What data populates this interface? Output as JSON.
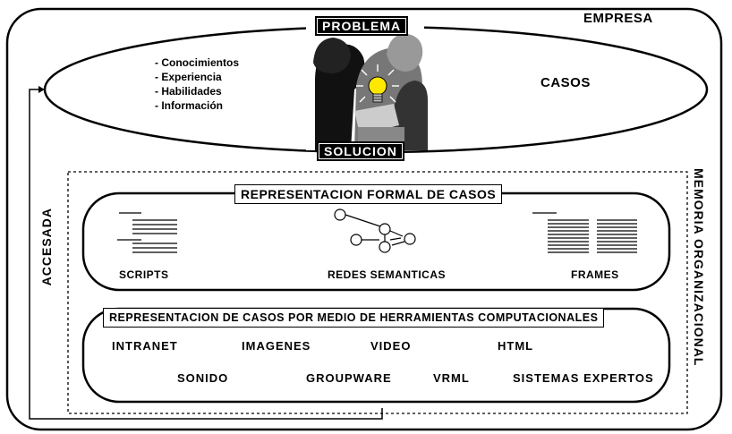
{
  "diagram": {
    "empresa": "EMPRESA",
    "problema": "PROBLEMA",
    "solucion": "SOLUCION",
    "casos": "CASOS",
    "bullets": [
      "- Conocimientos",
      "- Experiencia",
      "- Habilidades",
      "- Información"
    ],
    "accesada": "ACCESADA",
    "memoria": "MEMORIA ORGANIZACIONAL",
    "formal_title": "REPRESENTACION FORMAL DE CASOS",
    "formal_items": {
      "scripts": "SCRIPTS",
      "redes": "REDES SEMANTICAS",
      "frames": "FRAMES"
    },
    "tools_title": "REPRESENTACION DE CASOS POR MEDIO DE HERRAMIENTAS COMPUTACIONALES",
    "tools_row1": [
      "INTRANET",
      "IMAGENES",
      "VIDEO",
      "HTML"
    ],
    "tools_row2": [
      "SONIDO",
      "GROUPWARE",
      "VRML",
      "SISTEMAS EXPERTOS"
    ]
  }
}
